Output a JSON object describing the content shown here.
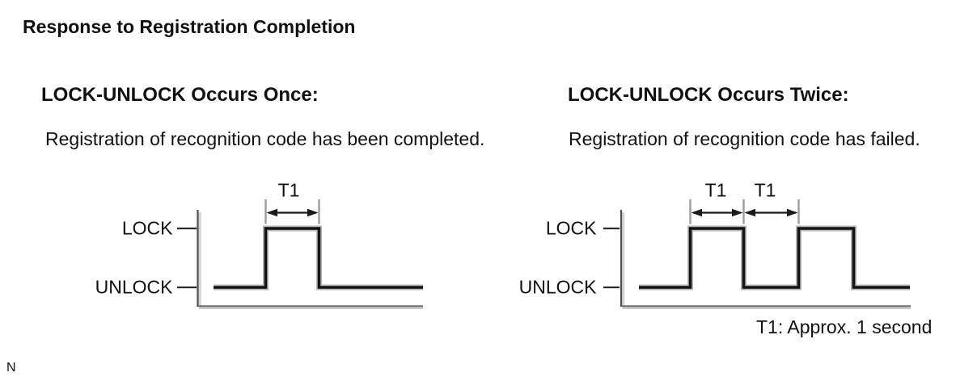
{
  "page": {
    "title": "Response to Registration Completion",
    "page_mark": "N"
  },
  "sections": {
    "once": {
      "heading": "LOCK-UNLOCK Occurs Once:",
      "description": "Registration of recognition code has been completed."
    },
    "twice": {
      "heading": "LOCK-UNLOCK Occurs Twice:",
      "description": "Registration of recognition code has failed."
    }
  },
  "diagrams": {
    "labels": {
      "high": "LOCK",
      "low": "UNLOCK",
      "interval": "T1"
    },
    "note": "T1: Approx. 1 second",
    "once_waveform": {
      "pulse_count": 1,
      "sequence": [
        "UNLOCK",
        "LOCK",
        "UNLOCK"
      ],
      "interval_marks": [
        "T1"
      ]
    },
    "twice_waveform": {
      "pulse_count": 2,
      "sequence": [
        "UNLOCK",
        "LOCK",
        "UNLOCK",
        "LOCK",
        "UNLOCK"
      ],
      "interval_marks": [
        "T1",
        "T1"
      ]
    }
  }
}
